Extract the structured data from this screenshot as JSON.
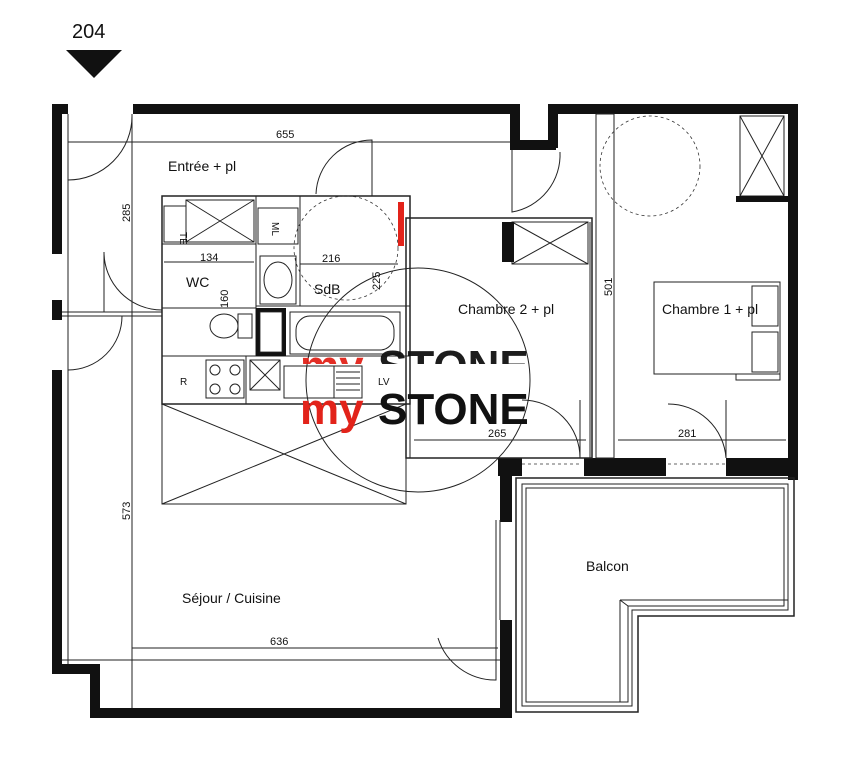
{
  "lot_number": "204",
  "rooms": {
    "entree": "Entrée + pl",
    "wc": "WC",
    "sdb": "SdB",
    "chambre2": "Chambre 2 + pl",
    "chambre1": "Chambre 1 + pl",
    "sejour": "Séjour / Cuisine",
    "balcon": "Balcon"
  },
  "fixtures": {
    "te": "TE",
    "ml": "ML",
    "lv": "LV",
    "r": "R"
  },
  "dimensions": {
    "top_width": "655",
    "entree_height": "285",
    "wc_width": "134",
    "wc_height": "160",
    "sdb_width": "216",
    "sdb_height": "225",
    "chambre_height": "501",
    "chambre2_width": "265",
    "chambre1_width": "281",
    "sejour_height": "573",
    "sejour_width": "636"
  },
  "logo": {
    "my": "my",
    "stone": "STONE",
    "accent_color": "#e2231a",
    "text_color": "#111111"
  }
}
